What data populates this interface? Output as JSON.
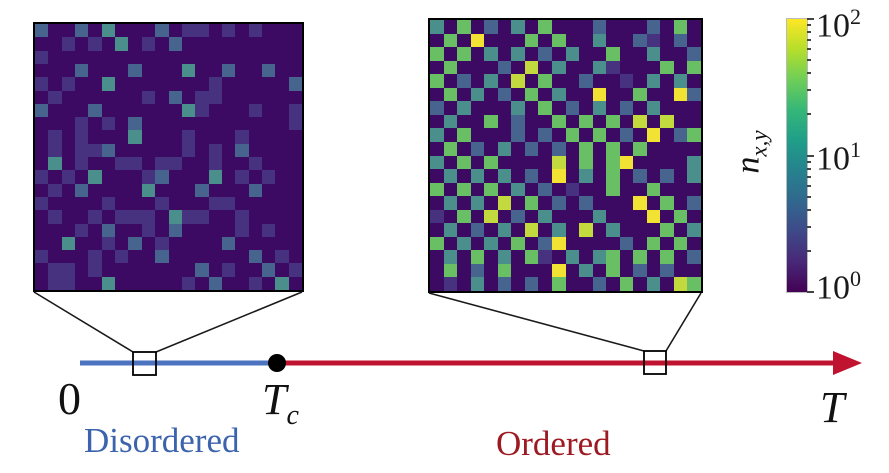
{
  "figure": {
    "palette": [
      "#3d0a63",
      "#46327e",
      "#47648f",
      "#4a8f8c",
      "#69bf64",
      "#c2da3d",
      "#f2e233"
    ],
    "colorbar": {
      "label": "n",
      "label_sub": "x,y",
      "scale": "log",
      "ticks": [
        {
          "base": "10",
          "exp": "2",
          "value": 100
        },
        {
          "base": "10",
          "exp": "1",
          "value": 10
        },
        {
          "base": "10",
          "exp": "0",
          "value": 1
        }
      ],
      "gradient": [
        "#fde725",
        "#b5de2b",
        "#6ece58",
        "#35b779",
        "#1f9e89",
        "#26828e",
        "#31688e",
        "#3e4989",
        "#482878",
        "#440154"
      ]
    },
    "axis": {
      "origin_label": "0",
      "tc_label": "T",
      "tc_sub": "c",
      "t_label": "T",
      "disordered_label": "Disordered",
      "ordered_label": "Ordered",
      "blue": "#4b73bf",
      "red": "#c01330",
      "disordered_color": "#3c64ae",
      "ordered_color": "#9e1a23",
      "dot_color": "#000000",
      "connector_color": "#1a1a1a"
    }
  },
  "chart_data": [
    {
      "type": "heatmap",
      "title": "Disordered",
      "grid_size": [
        20,
        20
      ],
      "scale": "log",
      "value_range": [
        1,
        100
      ],
      "colorbar_label": "n_x,y",
      "level_values": [
        1,
        2,
        4,
        10,
        30,
        65,
        100
      ],
      "rows": [
        "20020300020110101000",
        "00101030102000000000",
        "10000000000000000000",
        "00020002000300200200",
        "10100300000001000002",
        "01000000102011000000",
        "20002000000310001001",
        "00010102000000000001",
        "01010003000100010000",
        "01011200000101020000",
        "03010011011001001000",
        "10103000120003010100",
        "01020000300020002000",
        "10000100010001100000",
        "01001011103110010000",
        "00010200102000010100",
        "00300102010000200000",
        "10001010020000002010",
        "01101000000020100201",
        "01100300000102001030"
      ]
    },
    {
      "type": "heatmap",
      "title": "Ordered",
      "grid_size": [
        20,
        20
      ],
      "scale": "log",
      "value_range": [
        1,
        100
      ],
      "colorbar_label": "n_x,y",
      "level_values": [
        1,
        2,
        4,
        10,
        30,
        65,
        100
      ],
      "rows": [
        "30402030400020002040",
        "04060004040030021020",
        "40403030203004003002",
        "04000205030031000404",
        "40203050400200103030",
        "04030204030060040062",
        "20300030402030203000",
        "03004020040404050500",
        "30400020204040206024",
        "04020302020404040000",
        "30404000050404600003",
        "03030302060304020203",
        "40404030201004004000",
        "03030504020200060402",
        "10405020300030006040",
        "03020305030503000403",
        "40303040260000204040",
        "03040304103034040402",
        "04020400060304020200",
        "01030202040020403054"
      ]
    },
    {
      "type": "schematic-axis",
      "tick_labels": [
        "0",
        "T_c",
        "T"
      ],
      "segment_labels": [
        "Disordered",
        "Ordered"
      ],
      "critical_point": "T_c"
    }
  ]
}
